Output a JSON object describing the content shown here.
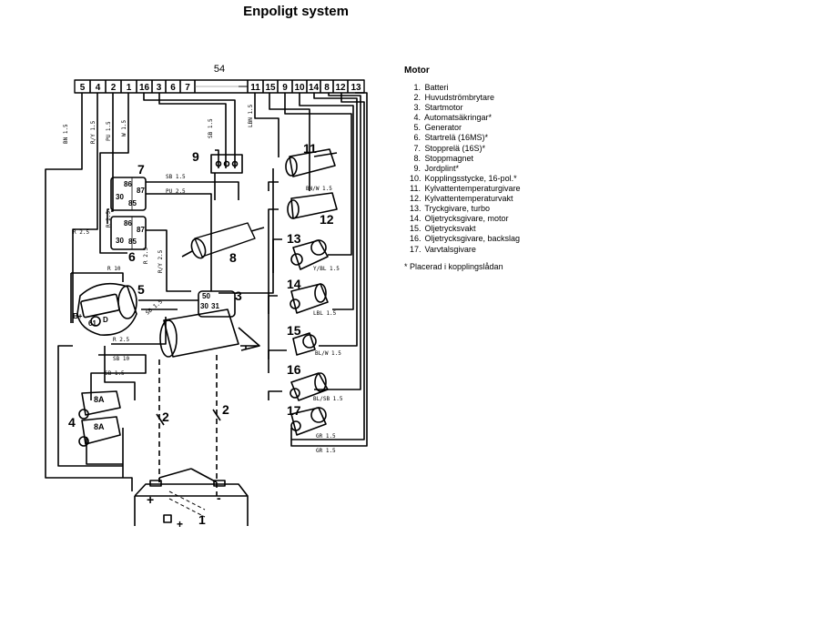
{
  "title": "Enpoligt system",
  "connector": {
    "label": "54",
    "left_pins": [
      "5",
      "4",
      "2",
      "1",
      "16",
      "3",
      "6",
      "7"
    ],
    "right_pins": [
      "11",
      "15",
      "9",
      "10",
      "14",
      "8",
      "12",
      "13"
    ]
  },
  "components": {
    "c1": "1",
    "c2a": "2",
    "c2b": "2",
    "c3": "3",
    "c4": "4",
    "c5": "5",
    "c6": "6",
    "c7": "7",
    "c8": "8",
    "c9": "9",
    "c11": "11",
    "c12": "12",
    "c13": "13",
    "c14": "14",
    "c15": "15",
    "c16": "16",
    "c17": "17"
  },
  "terminals": {
    "r7_86": "86",
    "r7_87": "87",
    "r7_30": "30",
    "r7_85": "85",
    "r6_86": "86",
    "r6_87": "87",
    "r6_30": "30",
    "r6_85": "85",
    "gen_bplus": "B+",
    "gen_61": "61",
    "gen_d": "D",
    "st_50": "50",
    "st_30": "30",
    "st_31": "31",
    "fuse1": "8A",
    "fuse2": "8A",
    "bat_plus": "+",
    "bat_minus": "-",
    "bat_plus2": "+"
  },
  "wires": {
    "w_bn": "BN 1.5",
    "w_ry1": "R/Y 1.5",
    "w_pu1": "PU 1.5",
    "w_w": "W 1.5",
    "w_sb_v": "SB 1.5",
    "w_lbn": "LBN 1.5",
    "w_sb_h": "SB 1.5",
    "w_pu2": "PU 2.5",
    "w_r25a": "R 2.5",
    "w_r25b": "R 2.5",
    "w_r25c": "R 2.5",
    "w_ry25": "R/Y 2.5",
    "w_r10": "R 10",
    "w_sb15_gen": "SB 1.5",
    "w_r25d": "R 2.5",
    "w_sb10": "SB 10",
    "w_sb15_b": "SB 1.5",
    "w_bnw": "BN/W 1.5",
    "w_ybl": "Y/BL 1.5",
    "w_lbl": "LBL 1.5",
    "w_blw": "BL/W 1.5",
    "w_blsb": "BL/SB 1.5",
    "w_gr1": "GR 1.5",
    "w_gr2": "GR 1.5"
  },
  "legend": {
    "heading": "Motor",
    "items": [
      {
        "num": "1.",
        "text": "Batteri"
      },
      {
        "num": "2.",
        "text": "Huvudströmbrytare"
      },
      {
        "num": "3.",
        "text": "Startmotor"
      },
      {
        "num": "4.",
        "text": "Automatsäkringar*"
      },
      {
        "num": "5.",
        "text": "Generator"
      },
      {
        "num": "6.",
        "text": "Startrelä (16MS)*"
      },
      {
        "num": "7.",
        "text": "Stopprelä (16S)*"
      },
      {
        "num": "8.",
        "text": "Stoppmagnet"
      },
      {
        "num": "9.",
        "text": "Jordplint*"
      },
      {
        "num": "10.",
        "text": "Kopplingsstycke, 16-pol.*"
      },
      {
        "num": "11.",
        "text": "Kylvattentemperaturgivare"
      },
      {
        "num": "12.",
        "text": "Kylvattentemperaturvakt"
      },
      {
        "num": "13.",
        "text": "Tryckgivare, turbo"
      },
      {
        "num": "14.",
        "text": "Oljetrycksgivare, motor"
      },
      {
        "num": "15.",
        "text": "Oljetrycksvakt"
      },
      {
        "num": "16.",
        "text": "Oljetrycksgivare, backslag"
      },
      {
        "num": "17.",
        "text": "Varvtalsgivare"
      }
    ],
    "note": "* Placerad i kopplingslådan"
  }
}
